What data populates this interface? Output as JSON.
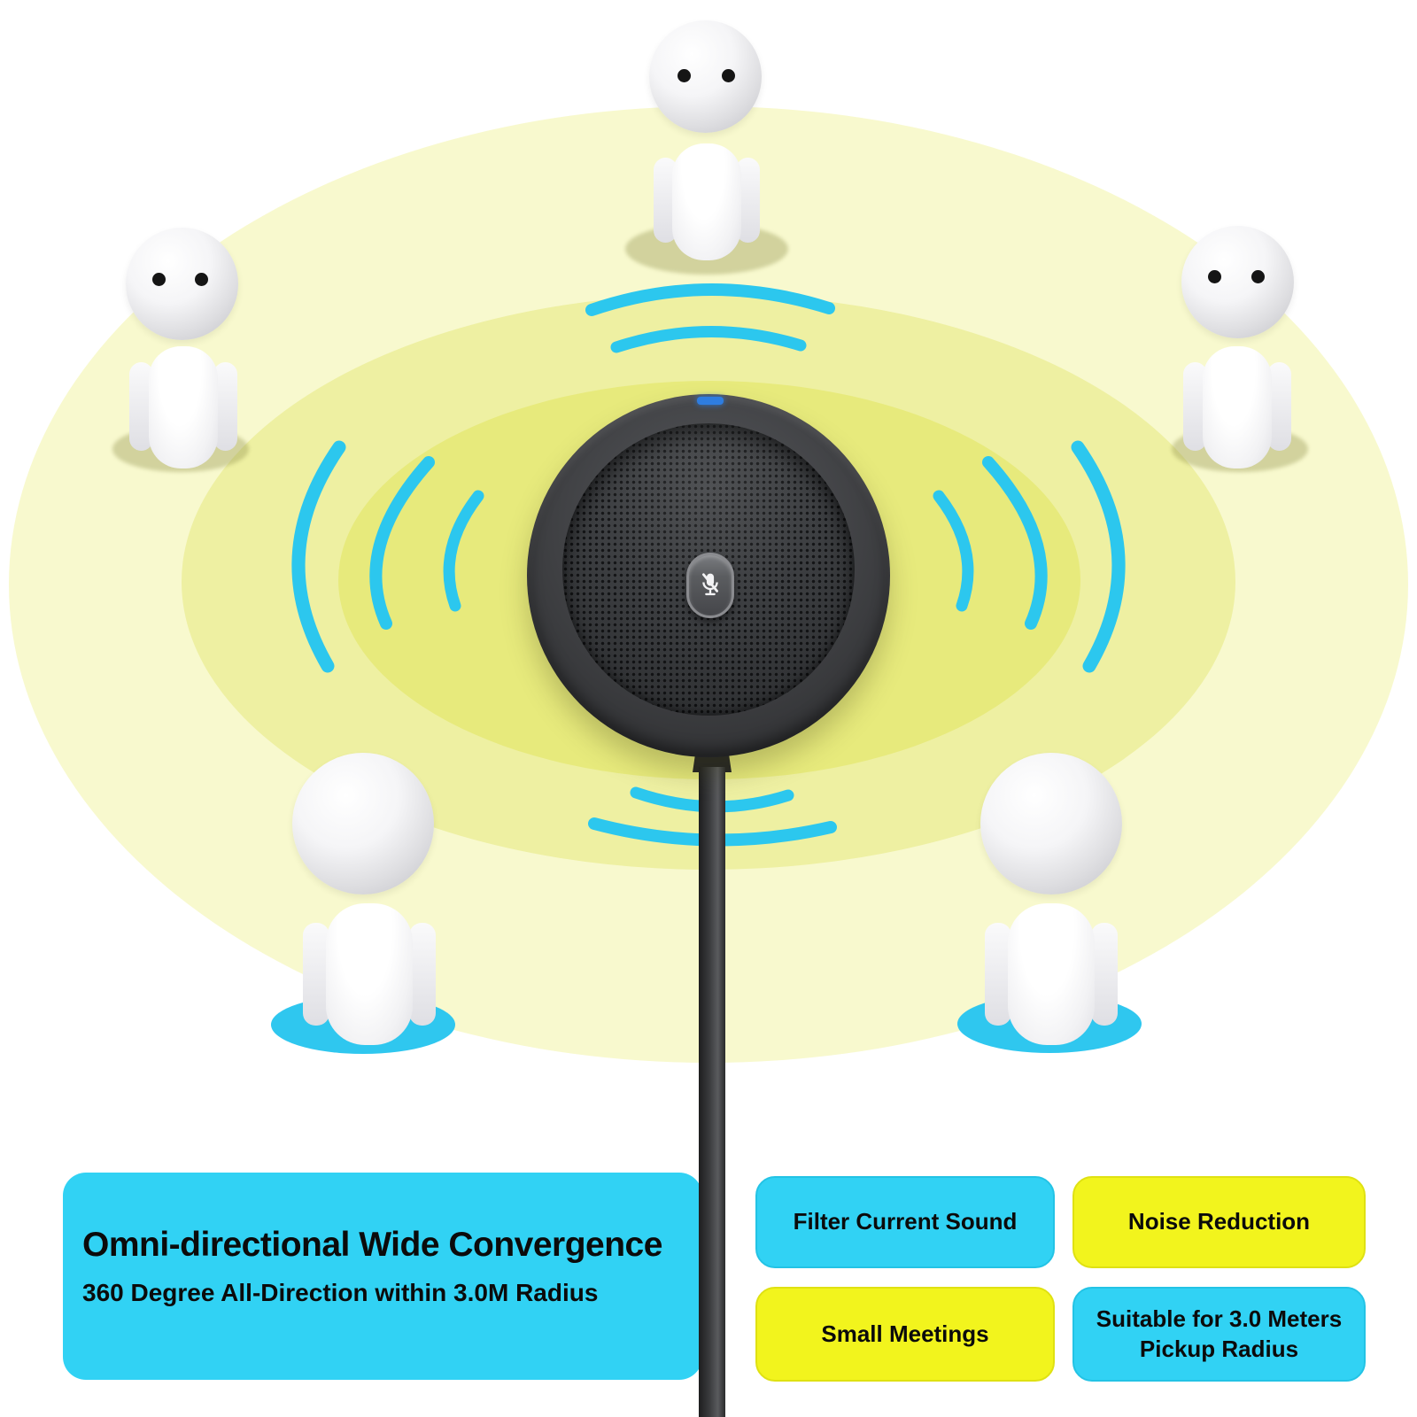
{
  "panel": {
    "title": "Omni-directional Wide Convergence",
    "subtitle": "360 Degree All-Direction within 3.0M Radius"
  },
  "features": [
    {
      "label": "Filter Current Sound",
      "color": "#31d2f4"
    },
    {
      "label": "Noise Reduction",
      "color": "#f2f41d"
    },
    {
      "label": "Small Meetings",
      "color": "#f2f41d"
    },
    {
      "label": "Suitable for 3.0 Meters Pickup Radius",
      "color": "#31d2f4"
    }
  ],
  "icons": {
    "mute_button": "mic-mute-icon",
    "status_led": "led-indicator"
  },
  "colors": {
    "accent_cyan": "#31d2f4",
    "accent_yellow": "#f2f41d",
    "wave_cyan": "#2cc7ee",
    "zone_outer": "#f8f9ce",
    "zone_middle": "#eef0a2",
    "zone_inner": "#e7ea7c",
    "led_blue": "#2e7de0",
    "figure_shadow_cyan": "#2fc7ef"
  }
}
